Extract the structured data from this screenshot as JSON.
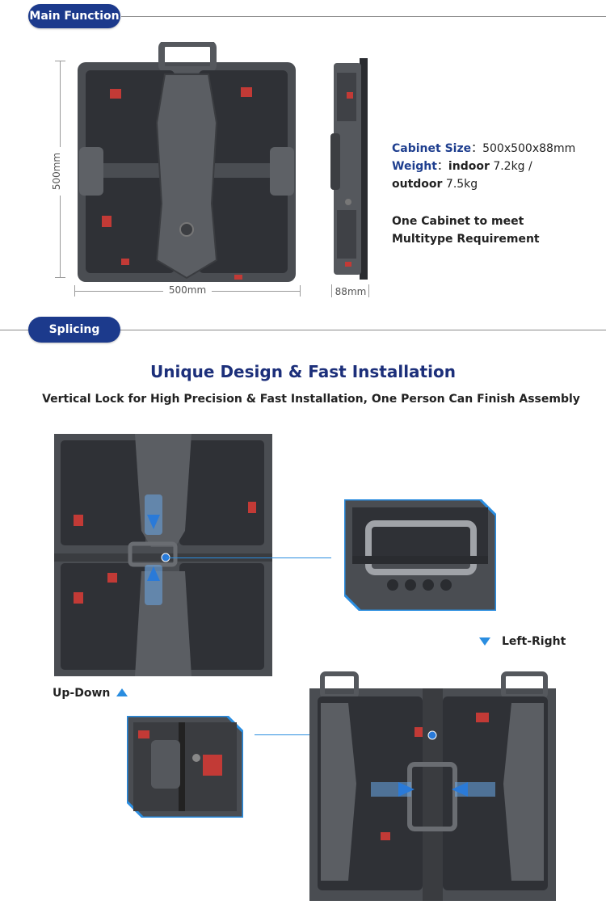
{
  "sections": {
    "main_function": "Main Function",
    "splicing": "Splicing"
  },
  "dimensions": {
    "height": "500mm",
    "width": "500mm",
    "depth": "88mm"
  },
  "specs": {
    "cabinet_size_label": "Cabinet Size",
    "cabinet_size_sep": "：",
    "cabinet_size_value": "500x500x88mm",
    "weight_label": "Weight",
    "weight_sep": "：",
    "indoor_label": "indoor",
    "indoor_value": "7.2kg /",
    "outdoor_label": "outdoor",
    "outdoor_value": "7.5kg",
    "feature_line1": "One Cabinet to meet",
    "feature_line2": "Multitype Requirement"
  },
  "splicing": {
    "title": "Unique Design & Fast Installation",
    "subtitle": "Vertical Lock for High Precision & Fast Installation, One Person Can Finish Assembly",
    "up_down_label": "Up-Down",
    "left_right_label": "Left-Right"
  },
  "colors": {
    "brand_blue": "#1c3a8c",
    "title_blue": "#1c2f7a",
    "accent_blue": "#2a8de0",
    "panel_dark": "#3a3d42"
  }
}
